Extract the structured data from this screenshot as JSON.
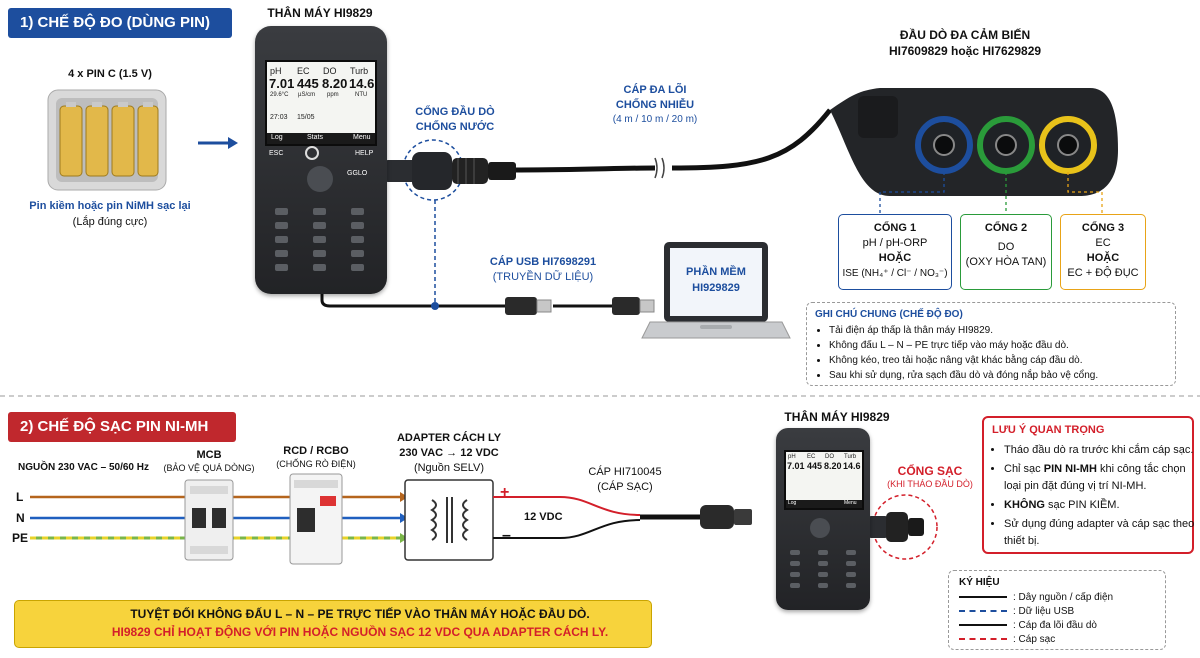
{
  "section1": {
    "title": "1) CHẾ ĐỘ ĐO (DÙNG PIN)",
    "battery_title": "4 x PIN C (1.5 V)",
    "battery_caption_1": "Pin kiềm hoặc pin NiMH sạc lại",
    "battery_caption_2": "(Lắp đúng cực)",
    "device_title": "THÂN MÁY HI9829",
    "screen": {
      "cells": [
        {
          "label": "pH",
          "value": "7.01",
          "unit": "29.6°C"
        },
        {
          "label": "EC",
          "value": "445",
          "unit": "µS/cm"
        },
        {
          "label": "DO",
          "value": "8.20",
          "unit": "ppm"
        },
        {
          "label": "Turb",
          "value": "14.6",
          "unit": "NTU"
        }
      ],
      "time": "27:03",
      "date": "15/05",
      "softkeys": [
        "Log",
        "Stats",
        "Menu"
      ]
    },
    "keys": {
      "esc": "ESC",
      "help": "HELP",
      "gglo": "GGLO"
    },
    "port_label_1": "CỔNG ĐẦU DÒ",
    "port_label_2": "CHỐNG NƯỚC",
    "cable_label_1": "CÁP ĐA LÕI",
    "cable_label_2": "CHỐNG NHIỄU",
    "cable_label_3": "(4 m / 10 m / 20 m)",
    "usb_label_1": "CÁP USB HI7698291",
    "usb_label_2": "(TRUYỀN DỮ LIỆU)",
    "software_1": "PHẦN MỀM",
    "software_2": "HI929829",
    "probe_title_1": "ĐẦU DÒ ĐA CẢM BIẾN",
    "probe_title_2": "HI7609829 hoặc HI7629829",
    "ports": [
      {
        "title": "CỔNG 1",
        "line1": "pH / pH-ORP",
        "line2": "HOẶC",
        "line3": "ISE (NH₄⁺ / Cl⁻ / NO₃⁻)",
        "color": "#1d4e9e"
      },
      {
        "title": "CỔNG 2",
        "line1": "DO",
        "line2": "(OXY HÒA TAN)",
        "color": "#2a9b3a"
      },
      {
        "title": "CỔNG 3",
        "line1": "EC",
        "line2": "HOẶC",
        "line3": "EC + ĐỘ ĐỤC",
        "color": "#e8a317"
      }
    ],
    "notes_title": "GHI CHÚ CHUNG (CHẾ ĐỘ ĐO)",
    "notes": [
      "Tải điện áp thấp là thân máy HI9829.",
      "Không đấu L – N – PE trực tiếp vào máy hoặc đầu dò.",
      "Không kéo, treo tải hoặc nâng vật khác bằng cáp đầu dò.",
      "Sau khi sử dụng, rửa sạch đầu dò và đóng nắp bảo vệ cổng."
    ]
  },
  "section2": {
    "title": "2) CHẾ ĐỘ SẠC PIN NI-MH",
    "source_label": "NGUỒN 230 VAC – 50/60 Hz",
    "lines": {
      "L": "L",
      "N": "N",
      "PE": "PE"
    },
    "mcb_title": "MCB",
    "mcb_sub": "(BẢO VỆ QUÁ DÒNG)",
    "rcd_title": "RCD / RCBO",
    "rcd_sub": "(CHỐNG RÒ ĐIỆN)",
    "adapter_title_1": "ADAPTER CÁCH LY",
    "adapter_title_2": "230 VAC → 12 VDC",
    "adapter_title_3": "(Nguồn SELV)",
    "plus": "+",
    "minus": "–",
    "vdc": "12 VDC",
    "charge_cable_1": "CÁP HI710045",
    "charge_cable_2": "(CÁP SẠC)",
    "device_title": "THÂN MÁY HI9829",
    "charge_port_1": "CỔNG SẠC",
    "charge_port_2": "(KHI THÁO ĐẦU DÒ)",
    "warning_1": "TUYỆT ĐỐI KHÔNG ĐẤU L – N – PE TRỰC TIẾP VÀO THÂN MÁY HOẶC ĐẦU DÒ.",
    "warning_2": "HI9829 CHỈ HOẠT ĐỘNG VỚI PIN HOẶC NGUỒN SẠC 12 VDC QUA ADAPTER CÁCH LY.",
    "important_title": "LƯU Ý QUAN TRỌNG",
    "important": [
      {
        "pre": "Tháo đầu dò ra trước khi cắm cáp sạc.",
        "bold": "",
        "post": ""
      },
      {
        "pre": "Chỉ sạc ",
        "bold": "PIN NI-MH",
        "post": " khi công tắc chọn loại pin đặt đúng vị trí NI-MH."
      },
      {
        "pre": "",
        "bold": "KHÔNG",
        "post": " sạc PIN KIỀM."
      },
      {
        "pre": "Sử dụng đúng adapter và cáp sạc theo thiết bị.",
        "bold": "",
        "post": ""
      }
    ],
    "legend_title": "KÝ HIỆU",
    "legend": [
      {
        "label": ": Dây nguồn / cấp điện",
        "color": "#111111",
        "style": "solid"
      },
      {
        "label": ": Dữ liệu USB",
        "color": "#1d4e9e",
        "style": "dashed"
      },
      {
        "label": ": Cáp đa lõi đầu dò",
        "color": "#111111",
        "style": "solid"
      },
      {
        "label": ": Cáp sạc",
        "color": "#d31f2a",
        "style": "dashed"
      }
    ]
  },
  "colors": {
    "header_blue": "#1d4e9e",
    "header_red": "#c0282d",
    "line_L": "#b5651d",
    "line_N": "#1f5fbf",
    "line_PE": "#7ab648",
    "warn_yellow": "#f7d33c"
  }
}
